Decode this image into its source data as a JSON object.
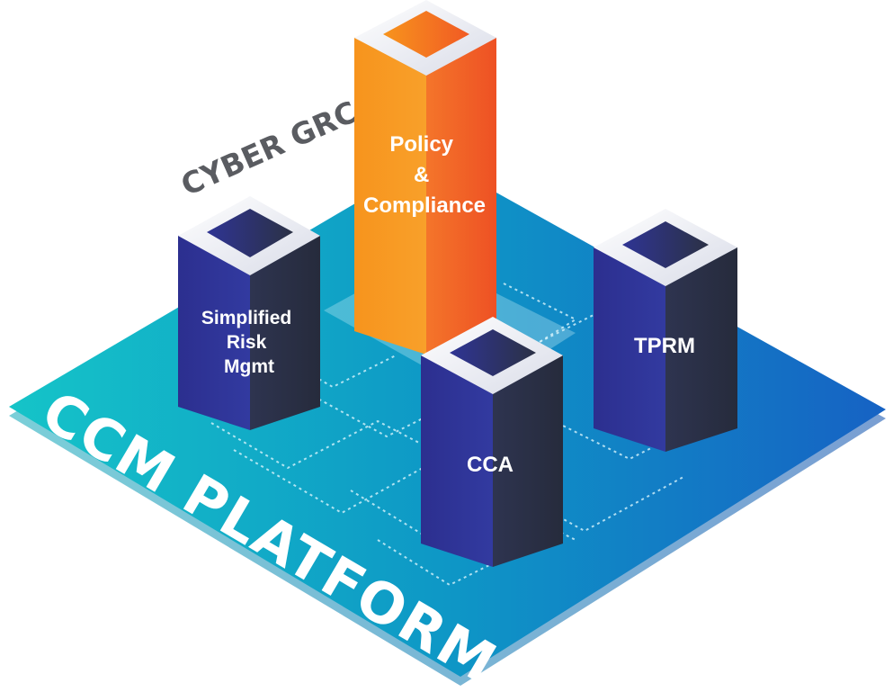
{
  "platform": {
    "label": "CCM PLATFORM",
    "gradient": [
      "#17c2c9",
      "#0f96c7",
      "#1a5fc2"
    ]
  },
  "product": {
    "label": "CYBER GRC"
  },
  "pillars": [
    {
      "id": "simplified-risk",
      "lines": [
        "Simplified",
        "Risk",
        "Mgmt"
      ],
      "color": "navy"
    },
    {
      "id": "policy",
      "lines": [
        "Policy",
        "&",
        "Compliance"
      ],
      "color": "orange"
    },
    {
      "id": "tprm",
      "lines": [
        "TPRM"
      ],
      "color": "navy"
    },
    {
      "id": "cca",
      "lines": [
        "CCA"
      ],
      "color": "navy"
    }
  ],
  "colors": {
    "navy_light": "#2f3592",
    "navy_dark": "#2b3247",
    "orange_light": "#f7941d",
    "orange_dark": "#f15a24",
    "cap": "#eef0f6"
  }
}
